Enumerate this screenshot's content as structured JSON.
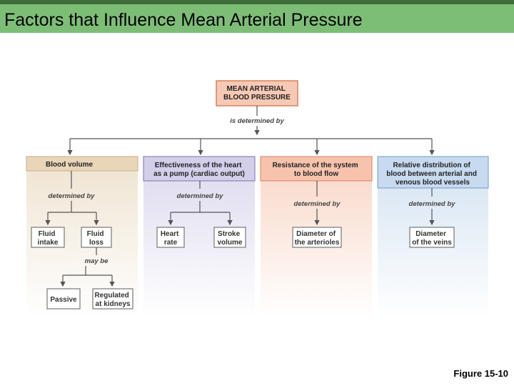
{
  "header": {
    "title": "Factors that Influence Mean Arterial Pressure"
  },
  "figure_label": "Figure 15-10",
  "colors": {
    "title_bar": "#7dbe77",
    "blood_volume_panel": "#f4ecdf",
    "cardiac_output_panel": "#e7e5f3",
    "resistance_panel": "#fbe3d8",
    "distribution_panel": "#e1ebf5",
    "top_box": "#f6c9b4"
  },
  "diagram": {
    "top": {
      "line1": "MEAN ARTERIAL",
      "line2": "BLOOD PRESSURE",
      "connector": "is determined by"
    },
    "columns": [
      {
        "header": [
          "Blood volume"
        ],
        "determined_by": "determined by",
        "boxes": [
          [
            "Fluid",
            "intake"
          ],
          [
            "Fluid",
            "loss"
          ]
        ],
        "may_be": "may be",
        "sub_boxes": [
          [
            "Passive"
          ],
          [
            "Regulated",
            "at kidneys"
          ]
        ]
      },
      {
        "header": [
          "Effectiveness of the heart",
          "as a pump (cardiac output)"
        ],
        "determined_by": "determined by",
        "boxes": [
          [
            "Heart",
            "rate"
          ],
          [
            "Stroke",
            "volume"
          ]
        ]
      },
      {
        "header": [
          "Resistance of the system",
          "to blood flow"
        ],
        "determined_by": "determined by",
        "boxes": [
          [
            "Diameter of",
            "the arterioles"
          ]
        ]
      },
      {
        "header": [
          "Relative distribution of",
          "blood between arterial and",
          "venous blood vessels"
        ],
        "determined_by": "determined by",
        "boxes": [
          [
            "Diameter",
            "of the veins"
          ]
        ]
      }
    ]
  }
}
